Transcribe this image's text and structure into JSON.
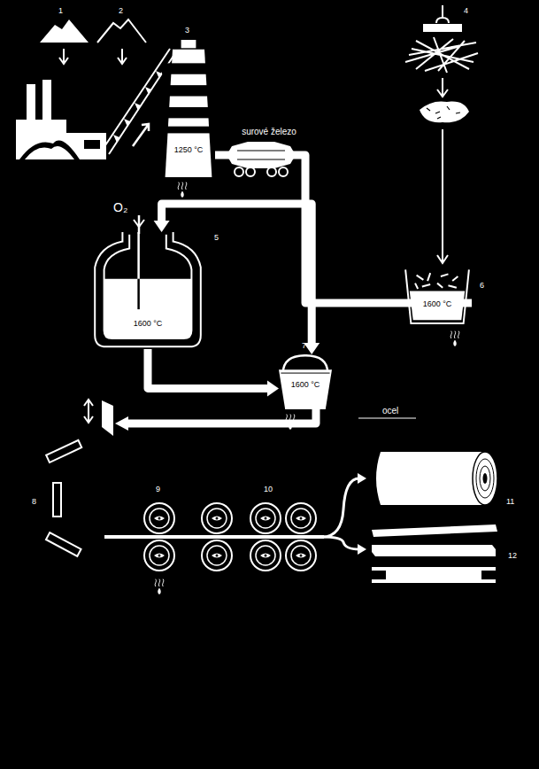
{
  "diagram": {
    "nodes": [
      {
        "text": [
          "1250 °C"
        ]
      },
      {
        "text": [
          "1600 °C"
        ]
      },
      {
        "text": [
          "1600 °C"
        ]
      },
      {
        "text": [
          "1600 °C"
        ]
      }
    ],
    "edges": [
      {
        "from": 0,
        "to": 1,
        "arrow": "to",
        "label": "surové železo"
      },
      {
        "from": 1,
        "to": 3,
        "arrow": "to"
      },
      {
        "from": 2,
        "to": 3,
        "arrow": "to"
      }
    ],
    "labels": [
      "1",
      "2",
      "3",
      "4",
      "O₂",
      "5",
      "6",
      "7",
      "ocel",
      "8",
      "9",
      "10",
      "11",
      "12"
    ]
  }
}
